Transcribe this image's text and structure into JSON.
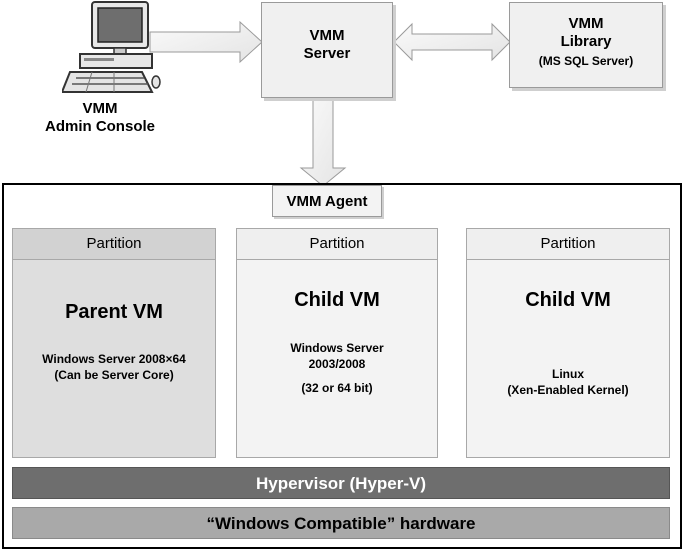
{
  "admin_console": {
    "line1": "VMM",
    "line2": "Admin Console",
    "icon": "computer-icon"
  },
  "server": {
    "line1": "VMM",
    "line2": "Server"
  },
  "library": {
    "line1": "VMM",
    "line2": "Library",
    "line3": "(MS SQL Server)"
  },
  "agent": {
    "label": "VMM Agent"
  },
  "partitions": [
    {
      "header": "Partition",
      "title": "Parent VM",
      "desc1": "Windows Server 2008×64",
      "desc2": "(Can be Server Core)",
      "desc3": ""
    },
    {
      "header": "Partition",
      "title": "Child VM",
      "desc1": "Windows Server",
      "desc2": "2003/2008",
      "desc3": "(32 or 64 bit)"
    },
    {
      "header": "Partition",
      "title": "Child VM",
      "desc1": "Linux",
      "desc2": "(Xen-Enabled Kernel)",
      "desc3": ""
    }
  ],
  "hypervisor": {
    "label": "Hypervisor (Hyper-V)"
  },
  "hardware": {
    "label": "“Windows Compatible” hardware"
  }
}
